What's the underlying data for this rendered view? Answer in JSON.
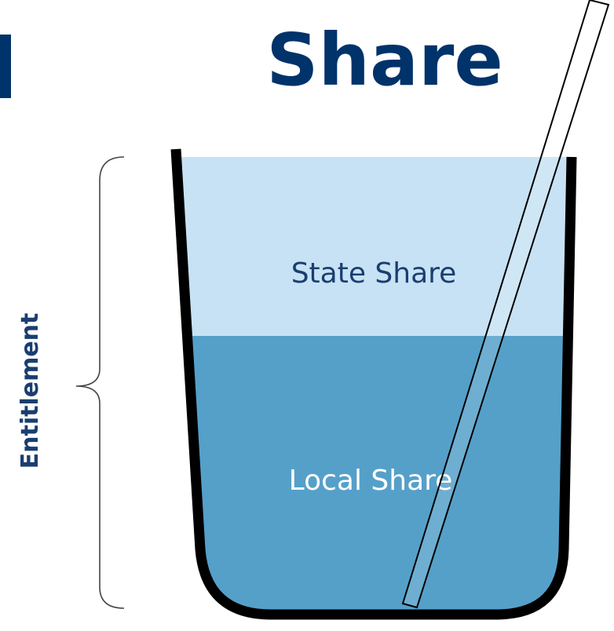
{
  "title": "Share",
  "left_edge_glyph": "l",
  "side_label": "Entitlement",
  "zones": {
    "upper": "State Share",
    "lower": "Local Share"
  },
  "colors": {
    "title": "#00336a",
    "state_share_fill": "#c7e2f4",
    "local_share_fill": "#55a0c9",
    "state_share_text": "#1a3e70",
    "local_share_text": "#ffffff",
    "side_label": "#1a3e70",
    "cup_outline": "#000000",
    "bracket": "#444444"
  },
  "icons": {
    "container": "cup-icon",
    "straw": "straw-icon",
    "bracket": "curly-brace-icon"
  }
}
